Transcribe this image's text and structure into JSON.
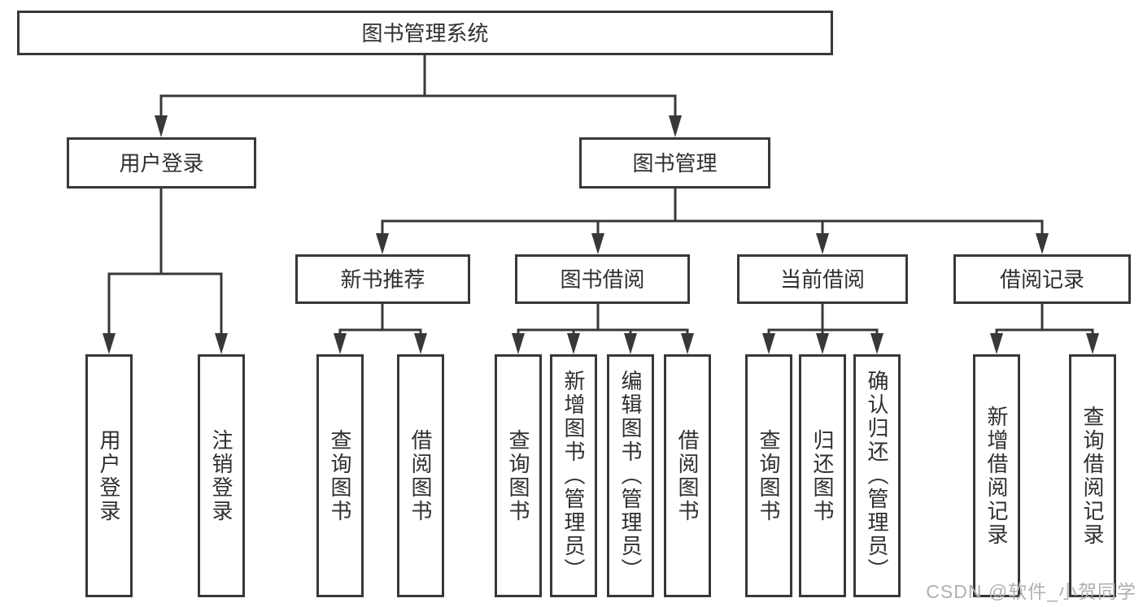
{
  "diagram": {
    "root": {
      "label": "图书管理系统"
    },
    "branches": [
      {
        "label": "用户登录",
        "children": [
          {
            "label": "用户登录"
          },
          {
            "label": "注销登录"
          }
        ]
      },
      {
        "label": "图书管理",
        "children": [
          {
            "label": "新书推荐",
            "children": [
              {
                "label": "查询图书"
              },
              {
                "label": "借阅图书"
              }
            ]
          },
          {
            "label": "图书借阅",
            "children": [
              {
                "label": "查询图书"
              },
              {
                "label": "新增图书（管理员）"
              },
              {
                "label": "编辑图书（管理员）"
              },
              {
                "label": "借阅图书"
              }
            ]
          },
          {
            "label": "当前借阅",
            "children": [
              {
                "label": "查询图书"
              },
              {
                "label": "归还图书"
              },
              {
                "label": "确认归还（管理员）"
              }
            ]
          },
          {
            "label": "借阅记录",
            "children": [
              {
                "label": "新增借阅记录"
              },
              {
                "label": "查询借阅记录"
              }
            ]
          }
        ]
      }
    ]
  },
  "watermark": {
    "text": "CSDN @软件_小贺同学"
  },
  "colors": {
    "line": "#383838",
    "text": "#2f2f2f",
    "box_background": "#ffffff",
    "watermark": "#b0b0b0"
  }
}
